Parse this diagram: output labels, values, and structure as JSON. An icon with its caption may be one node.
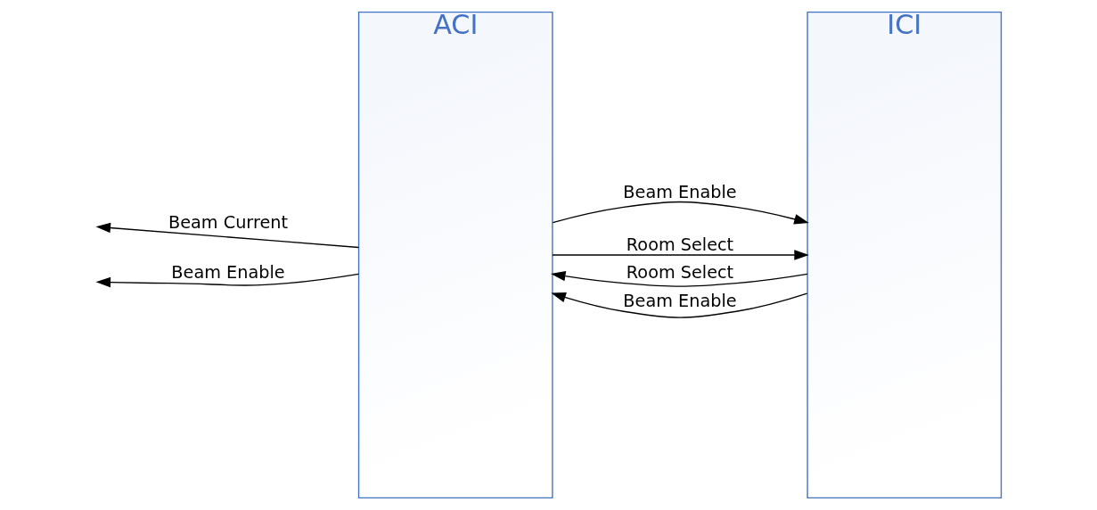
{
  "diagram": {
    "nodes": [
      {
        "text": [
          "ACI"
        ]
      },
      {
        "text": [
          "ICI"
        ]
      }
    ],
    "edges": [
      {
        "from": 0,
        "to": null,
        "arrow": "to",
        "label": "Beam Current"
      },
      {
        "from": 0,
        "to": null,
        "arrow": "to",
        "label": "Beam Enable"
      },
      {
        "from": 1,
        "to": 0,
        "arrow": "to",
        "label": "Room Select"
      },
      {
        "from": 1,
        "to": 0,
        "arrow": "to",
        "label": "Beam Enable"
      },
      {
        "from": 0,
        "to": 1,
        "arrow": "to",
        "label": "Beam Enable"
      },
      {
        "from": 0,
        "to": 1,
        "arrow": "to",
        "label": "Room Select"
      }
    ]
  }
}
